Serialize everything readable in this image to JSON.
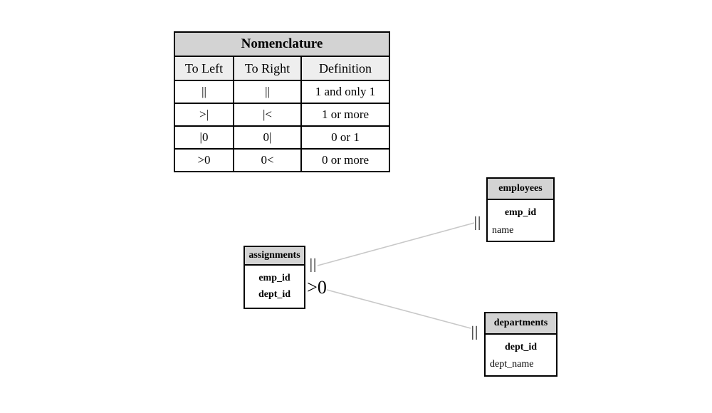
{
  "nomenclature": {
    "title": "Nomenclature",
    "columns": [
      "To Left",
      "To Right",
      "Definition"
    ],
    "rows": [
      [
        "||",
        "||",
        "1 and only 1"
      ],
      [
        ">|",
        "|<",
        "1 or more"
      ],
      [
        "|0",
        "0|",
        "0 or 1"
      ],
      [
        ">0",
        "0<",
        "0 or more"
      ]
    ]
  },
  "entities": {
    "employees": {
      "name": "employees",
      "fields": [
        "emp_id",
        "name"
      ]
    },
    "assignments": {
      "name": "assignments",
      "fields": [
        "emp_id",
        "dept_id"
      ]
    },
    "departments": {
      "name": "departments",
      "fields": [
        "dept_id",
        "dept_name"
      ]
    }
  },
  "connections": [
    {
      "from": "assignments",
      "to": "employees",
      "from_marker": "||",
      "to_marker": "||"
    },
    {
      "from": "assignments",
      "to": "departments",
      "from_marker": ">0",
      "to_marker": "||"
    }
  ],
  "colors": {
    "header_fill": "#d3d3d3",
    "subheader_fill": "#eeeeee",
    "border": "#000000",
    "relationship_line": "#c8c8c8"
  }
}
